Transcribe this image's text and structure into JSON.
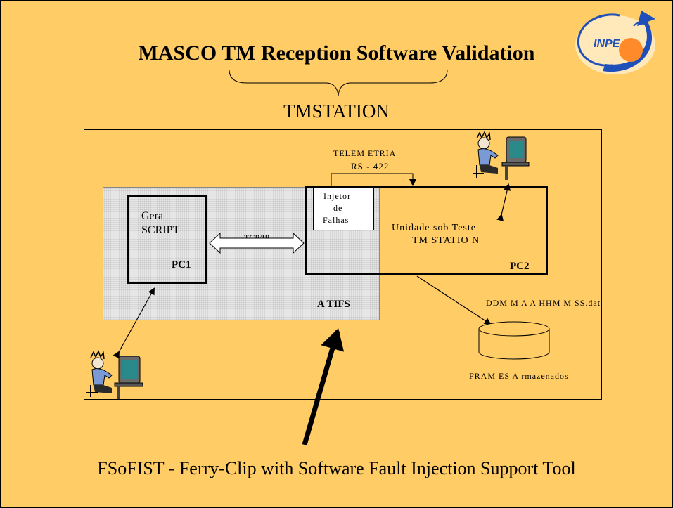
{
  "title": "MASCO TM Reception Software Validation",
  "subtitle": "TMSTATION",
  "logo_text": "INPE",
  "pc1": {
    "line1": "Gera",
    "line2": "SCRIPT",
    "label": "PC1"
  },
  "link_label": "TCP/IP",
  "injetor": {
    "line1": "Injetor",
    "line2": "de",
    "line3": "Falhas"
  },
  "telemetry": {
    "line1": "TELEM ETRIA",
    "line2": "RS - 422"
  },
  "unit": {
    "line1": "Unidade sob Teste",
    "line2": "TM STATIO N",
    "label": "PC2"
  },
  "atifs_label": "A TIFS",
  "file_label": "DDM M A A HHM M SS.dat",
  "storage_label": "FRAM ES  A rmazenados",
  "footer": "FSoFIST - Ferry-Clip with Software Fault Injection Support Tool",
  "colors": {
    "slide_bg": "#ffcc66",
    "logo_blue": "#1f4fb8",
    "logo_orange": "#ff8a2a"
  }
}
